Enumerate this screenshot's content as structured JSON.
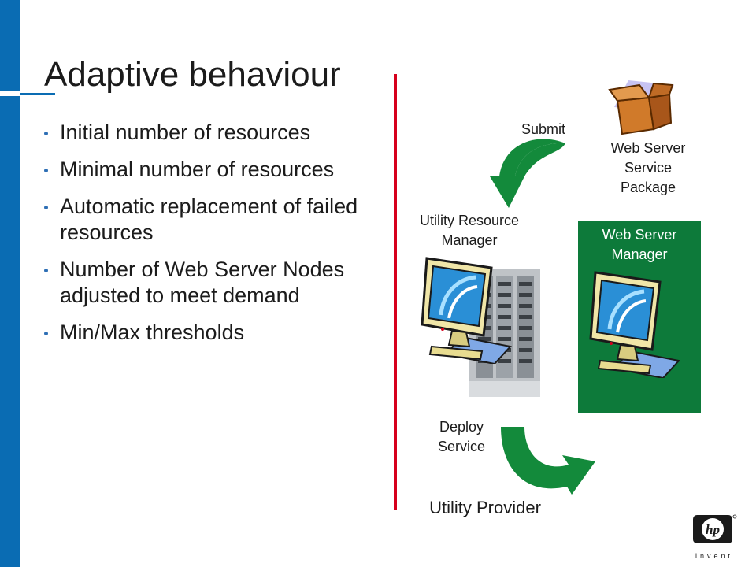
{
  "slide": {
    "title": "Adaptive behaviour",
    "bullets": [
      "Initial number of resources",
      "Minimal number of resources",
      "Automatic replacement of failed resources",
      "Number of Web Server Nodes adjusted to meet demand",
      "Min/Max thresholds"
    ]
  },
  "diagram": {
    "submit": "Submit",
    "package_label": [
      "Web Server",
      "Service",
      "Package"
    ],
    "urm_label": [
      "Utility Resource",
      "Manager"
    ],
    "wsm_label": [
      "Web Server",
      "Manager"
    ],
    "deploy_label": [
      "Deploy",
      "Service"
    ],
    "provider_label": "Utility Provider"
  },
  "logo": {
    "brand": "hp",
    "tagline": "invent"
  },
  "colors": {
    "accent_blue": "#0a6cb3",
    "divider_red": "#d6001c",
    "arrow_green": "#138a3b",
    "box_green": "#0d7a3a"
  }
}
